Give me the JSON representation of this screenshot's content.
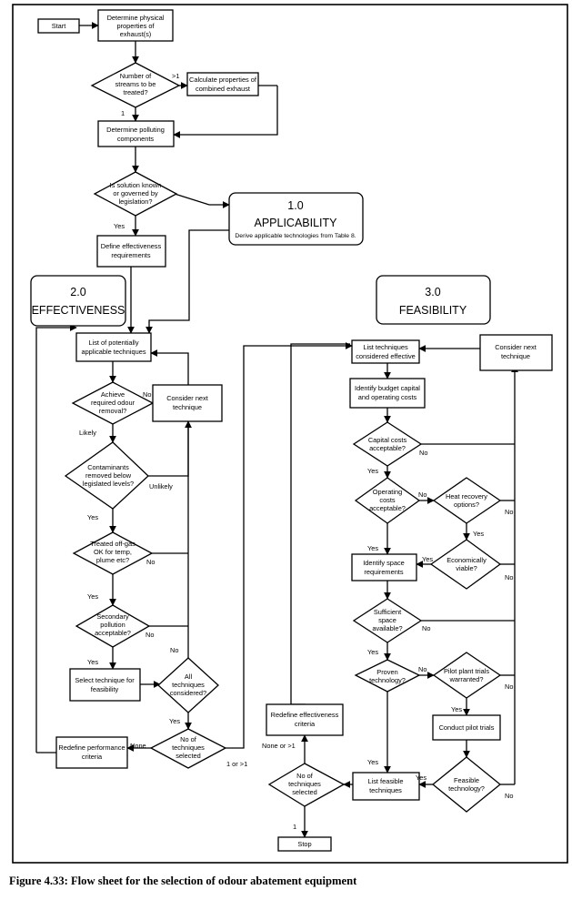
{
  "caption": "Figure 4.33: Flow sheet for the selection of odour abatement equipment",
  "nodes": {
    "start": "Start",
    "determine_physical": [
      "Determine physical",
      "properties of",
      "exhaust(s)"
    ],
    "number_streams": [
      "Number of",
      "streams to be",
      "treated?"
    ],
    "calc_combined": [
      "Calculate properties of",
      "combined exhaust"
    ],
    "determine_polluting": [
      "Determine polluting",
      "components"
    ],
    "solution_known": [
      "Is solution known",
      "or governed by",
      "legislation?"
    ],
    "define_effectiveness": [
      "Define effectiveness",
      "requirements"
    ],
    "list_potential": [
      "List of potentially",
      "applicable techniques"
    ],
    "achieve_odour": [
      "Achieve",
      "required odour",
      "removal?"
    ],
    "consider_next_left": [
      "Consider next",
      "technique"
    ],
    "contaminants": [
      "Contaminants",
      "removed below",
      "legislated levels?"
    ],
    "treated_offgas": [
      "Treated off-gas",
      "OK for temp,",
      "plume etc?"
    ],
    "secondary_pollution": [
      "Secondary",
      "pollution",
      "acceptable?"
    ],
    "select_technique": [
      "Select technique for",
      "feasibility"
    ],
    "all_considered": [
      "All",
      "techniques",
      "considered?"
    ],
    "no_techniques_left": [
      "No of",
      "techniques",
      "selected"
    ],
    "redefine_performance": [
      "Redefine performance",
      "criteria"
    ],
    "list_effective": [
      "List techniques",
      "considered effective"
    ],
    "consider_next_right": [
      "Consider next",
      "technique"
    ],
    "identify_budget": [
      "Identify budget capital",
      "and operating costs"
    ],
    "capital_costs": [
      "Capital costs",
      "acceptable?"
    ],
    "operating_costs": [
      "Operating",
      "costs",
      "acceptable?"
    ],
    "heat_recovery": [
      "Heat recovery",
      "options?"
    ],
    "identify_space": [
      "Identify space",
      "requirements"
    ],
    "economically_viable": [
      "Economically",
      "viable?"
    ],
    "sufficient_space": [
      "Sufficient",
      "space",
      "available?"
    ],
    "proven_technology": [
      "Proven",
      "technology?"
    ],
    "pilot_warranted": [
      "Pilot plant trials",
      "warranted?"
    ],
    "conduct_pilot": [
      "Conduct pilot trials"
    ],
    "redefine_effectiveness": [
      "Redefine effectiveness",
      "criteria"
    ],
    "no_techniques_right": [
      "No of",
      "techniques",
      "selected"
    ],
    "list_feasible": [
      "List feasible",
      "techniques"
    ],
    "feasible_technology": [
      "Feasible",
      "technology?"
    ],
    "stop": "Stop"
  },
  "sections": {
    "applicability": {
      "number": "1.0",
      "title": "APPLICABILITY",
      "subtitle": "Derive applicable technologies from Table 8."
    },
    "effectiveness": {
      "number": "2.0",
      "title": "EFFECTIVENESS"
    },
    "feasibility": {
      "number": "3.0",
      "title": "FEASIBILITY"
    }
  },
  "edge_labels": {
    "gt1": ">1",
    "one_streams": "1",
    "yes_solution": "Yes",
    "no_achieve": "No",
    "likely": "Likely",
    "unlikely": "Unlikely",
    "yes_contaminants": "Yes",
    "no_treated": "No",
    "yes_treated": "Yes",
    "no_secondary": "No",
    "yes_secondary": "Yes",
    "no_all": "No",
    "yes_all": "Yes",
    "none": "None",
    "one_or_more": "1 or >1",
    "yes_capital": "Yes",
    "no_capital": "No",
    "no_operating": "No",
    "yes_operating": "Yes",
    "yes_heat": "Yes",
    "no_heat": "No",
    "yes_econ": "Yes",
    "no_econ": "No",
    "yes_space": "Yes",
    "no_space": "No",
    "no_proven": "No",
    "yes_proven": "Yes",
    "yes_pilot": "Yes",
    "no_pilot": "No",
    "yes_feasible": "Yes",
    "no_feasible": "No",
    "none_or_more": "None or >1",
    "one_stop": "1"
  }
}
